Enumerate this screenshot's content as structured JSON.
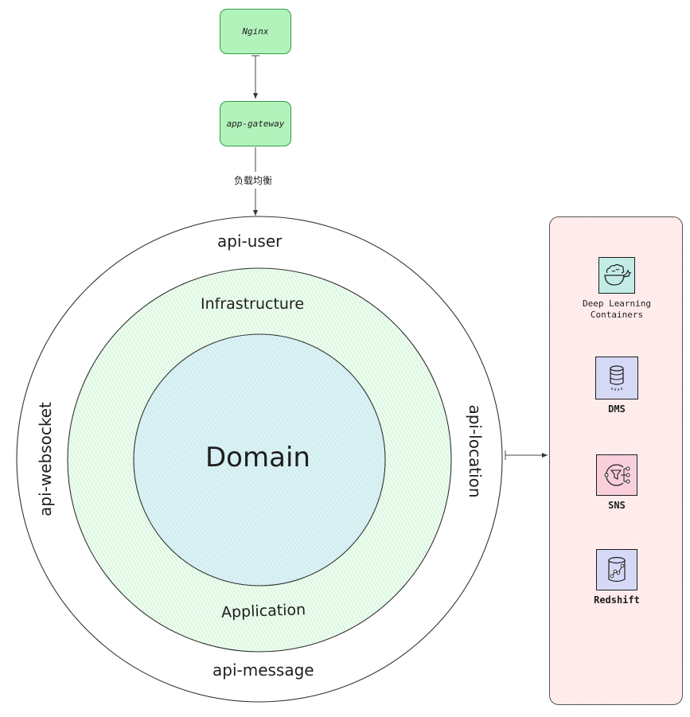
{
  "top_nodes": {
    "nginx": {
      "label": "Nginx"
    },
    "gateway": {
      "label": "app-gateway"
    }
  },
  "edges": {
    "gateway_to_rings_label": "负载均衡"
  },
  "rings": {
    "outer": {
      "top": "api-user",
      "bottom": "api-message",
      "left": "api-websocket",
      "right": "api-location"
    },
    "middle": {
      "top": "Infrastructure",
      "bottom": "Application"
    },
    "inner": {
      "center": "Domain"
    }
  },
  "services_panel": {
    "items": [
      {
        "label_line1": "Deep Learning",
        "label_line2": "Containers",
        "icon": "deep-learning-containers-icon"
      },
      {
        "label_line1": "DMS",
        "label_line2": "",
        "icon": "dms-database-icon"
      },
      {
        "label_line1": "SNS",
        "label_line2": "",
        "icon": "sns-icon"
      },
      {
        "label_line1": "Redshift",
        "label_line2": "",
        "icon": "redshift-icon"
      }
    ]
  },
  "colors": {
    "node_fill": "#b2f2bb",
    "node_stroke": "#2f9e44",
    "middle_ring_fill": "#d3f9d8",
    "inner_circle_fill": "#c5e9f5",
    "panel_fill": "#ffe3e3",
    "dlc_icon_fill": "#c3ece6",
    "dms_icon_fill": "#d0d4f5",
    "sns_icon_fill": "#f8c9d6",
    "redshift_icon_fill": "#d0d4f5"
  }
}
